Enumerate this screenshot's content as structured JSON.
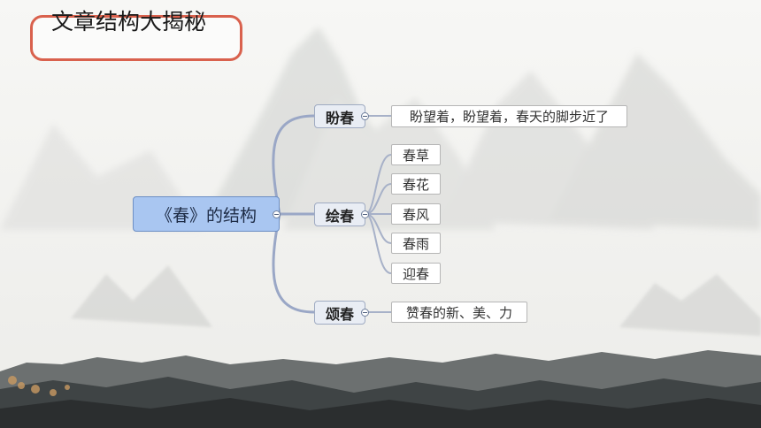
{
  "title": "文章结构大揭秘",
  "mindmap": {
    "root": "《春》的结构",
    "branches": [
      {
        "label": "盼春",
        "children": [
          "盼望着，盼望着，春天的脚步近了"
        ]
      },
      {
        "label": "绘春",
        "children": [
          "春草",
          "春花",
          "春风",
          "春雨",
          "迎春"
        ]
      },
      {
        "label": "颂春",
        "children": [
          "赞春的新、美、力"
        ]
      }
    ]
  },
  "colors": {
    "title_border": "#d9614d",
    "root_fill": "#a9c6f1",
    "connector": "#9aa7c6"
  }
}
